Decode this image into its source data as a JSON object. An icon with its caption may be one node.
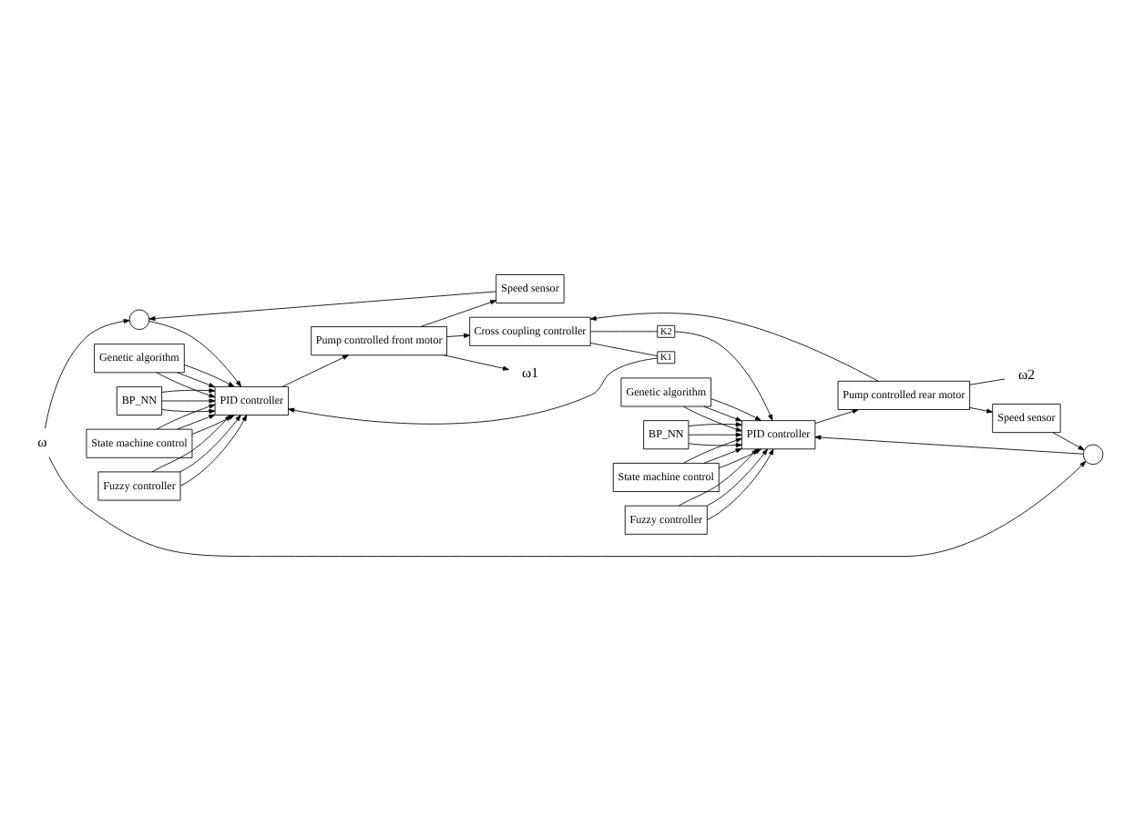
{
  "diagram": {
    "nodes": [
      {
        "text": [
          "ω"
        ]
      },
      {
        "text": [],
        "shape": "circle"
      },
      {
        "text": [
          "Genetic algorithm"
        ]
      },
      {
        "text": [
          "BP_NN"
        ]
      },
      {
        "text": [
          "PID controller"
        ]
      },
      {
        "text": [
          "State machine control"
        ]
      },
      {
        "text": [
          "Fuzzy controller"
        ]
      },
      {
        "text": [
          "Pump controlled front motor"
        ]
      },
      {
        "text": [
          "ω1"
        ]
      },
      {
        "text": [
          "Speed sensor"
        ]
      },
      {
        "text": [
          "K1"
        ]
      },
      {
        "text": [
          "Cross coupling controller"
        ]
      },
      {
        "text": [
          "K2"
        ]
      },
      {
        "text": [],
        "shape": "circle"
      },
      {
        "text": [
          "Genetic algorithm"
        ]
      },
      {
        "text": [
          "BP_NN"
        ]
      },
      {
        "text": [
          "PID controller"
        ]
      },
      {
        "text": [
          "State machine control"
        ]
      },
      {
        "text": [
          "Fuzzy controller"
        ]
      },
      {
        "text": [
          "Pump controlled rear motor"
        ]
      },
      {
        "text": [
          "ω2"
        ]
      },
      {
        "text": [
          "Speed sensor"
        ]
      }
    ],
    "edges": [
      {
        "from": 0,
        "to": 1,
        "arrow": "to"
      },
      {
        "from": 0,
        "to": 13,
        "arrow": "to"
      },
      {
        "from": 1,
        "to": 4,
        "arrow": "to"
      },
      {
        "from": 2,
        "to": 4,
        "arrow": "to"
      },
      {
        "from": 2,
        "to": 4,
        "arrow": "to"
      },
      {
        "from": 2,
        "to": 4,
        "arrow": "to"
      },
      {
        "from": 3,
        "to": 4,
        "arrow": "to"
      },
      {
        "from": 3,
        "to": 4,
        "arrow": "to"
      },
      {
        "from": 3,
        "to": 4,
        "arrow": "to"
      },
      {
        "from": 5,
        "to": 4,
        "arrow": "to"
      },
      {
        "from": 5,
        "to": 4,
        "arrow": "to"
      },
      {
        "from": 5,
        "to": 4,
        "arrow": "to"
      },
      {
        "from": 6,
        "to": 4,
        "arrow": "to"
      },
      {
        "from": 6,
        "to": 4,
        "arrow": "to"
      },
      {
        "from": 6,
        "to": 4,
        "arrow": "to"
      },
      {
        "from": 4,
        "to": 7,
        "arrow": "to"
      },
      {
        "from": 7,
        "to": 8,
        "arrow": "to"
      },
      {
        "from": 7,
        "to": 9,
        "arrow": "to"
      },
      {
        "from": 9,
        "to": 1,
        "arrow": "to"
      },
      {
        "from": 7,
        "to": 11,
        "arrow": "to"
      },
      {
        "from": 11,
        "to": 10,
        "arrow": "none"
      },
      {
        "from": 10,
        "to": 4,
        "arrow": "to"
      },
      {
        "from": 11,
        "to": 12,
        "arrow": "none"
      },
      {
        "from": 12,
        "to": 16,
        "arrow": "to"
      },
      {
        "from": 13,
        "to": 16,
        "arrow": "to"
      },
      {
        "from": 14,
        "to": 16,
        "arrow": "to"
      },
      {
        "from": 14,
        "to": 16,
        "arrow": "to"
      },
      {
        "from": 14,
        "to": 16,
        "arrow": "to"
      },
      {
        "from": 15,
        "to": 16,
        "arrow": "to"
      },
      {
        "from": 15,
        "to": 16,
        "arrow": "to"
      },
      {
        "from": 15,
        "to": 16,
        "arrow": "to"
      },
      {
        "from": 17,
        "to": 16,
        "arrow": "to"
      },
      {
        "from": 17,
        "to": 16,
        "arrow": "to"
      },
      {
        "from": 17,
        "to": 16,
        "arrow": "to"
      },
      {
        "from": 18,
        "to": 16,
        "arrow": "to"
      },
      {
        "from": 18,
        "to": 16,
        "arrow": "to"
      },
      {
        "from": 18,
        "to": 16,
        "arrow": "to"
      },
      {
        "from": 16,
        "to": 19,
        "arrow": "to"
      },
      {
        "from": 19,
        "to": 20,
        "arrow": "none"
      },
      {
        "from": 19,
        "to": 21,
        "arrow": "to"
      },
      {
        "from": 21,
        "to": 13,
        "arrow": "to"
      },
      {
        "from": 19,
        "to": 11,
        "arrow": "to"
      }
    ]
  }
}
